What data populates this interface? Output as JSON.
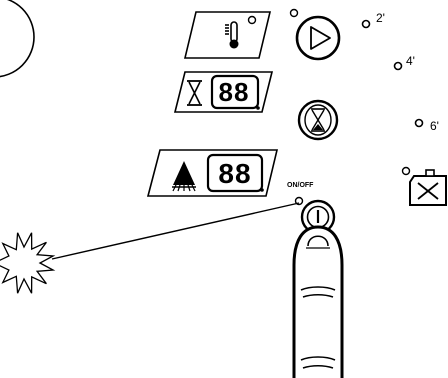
{
  "panel": {
    "time_labels": [
      "2'",
      "4'",
      "6'"
    ],
    "onoff_label": "ON/OFF",
    "displays": {
      "timer_digits": "88",
      "brush_digits": "88"
    },
    "icons": {
      "temperature_panel": "thermometer-icon",
      "timer_panel": "hourglass-icon",
      "brush_panel": "brush-icon",
      "start_button": "play-icon",
      "timer_button": "hourglass-icon",
      "canister": "canister-icon",
      "finger": "finger-icon",
      "flash": "flash-starburst-icon"
    }
  }
}
